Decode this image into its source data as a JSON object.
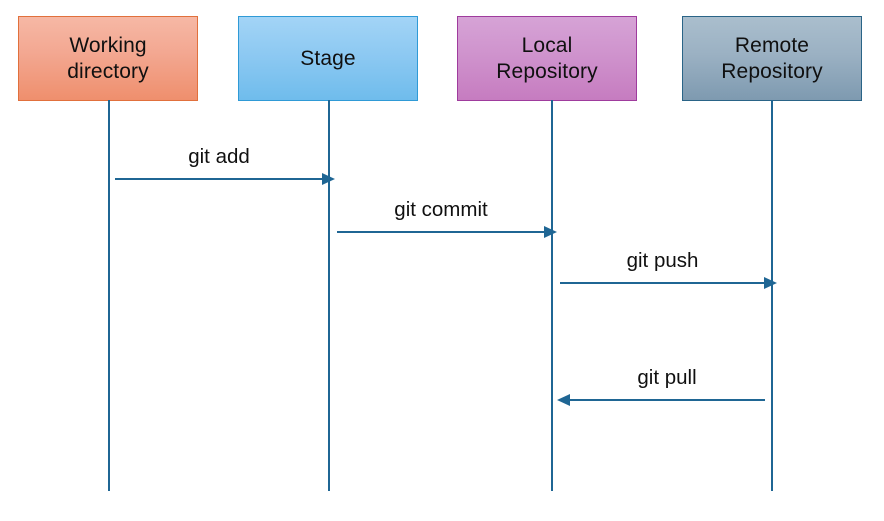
{
  "diagram": {
    "title": "Git workflow sequence diagram",
    "type": "sequence-diagram",
    "background_color": "#ffffff",
    "line_color": "#1f6694"
  },
  "participants": [
    {
      "id": "working-directory",
      "label": "Working\ndirectory",
      "fill_top": "#f6b8a5",
      "fill_bottom": "#ef8f6d",
      "border_color": "#e1703c"
    },
    {
      "id": "stage",
      "label": "Stage",
      "fill_top": "#a3d4f6",
      "fill_bottom": "#6fbcec",
      "border_color": "#2f9ad6"
    },
    {
      "id": "local-repository",
      "label": "Local\nRepository",
      "fill_top": "#d6a3d6",
      "fill_bottom": "#c67cc0",
      "border_color": "#9f3b9d"
    },
    {
      "id": "remote-repository",
      "label": "Remote\nRepository",
      "fill_top": "#aabecd",
      "fill_bottom": "#7e9ab0",
      "border_color": "#2a6487"
    }
  ],
  "messages": [
    {
      "id": "git-add",
      "label": "git add",
      "from": "working-directory",
      "to": "stage",
      "direction": "right"
    },
    {
      "id": "git-commit",
      "label": "git commit",
      "from": "stage",
      "to": "local-repository",
      "direction": "right"
    },
    {
      "id": "git-push",
      "label": "git push",
      "from": "local-repository",
      "to": "remote-repository",
      "direction": "right"
    },
    {
      "id": "git-pull",
      "label": "git pull",
      "from": "remote-repository",
      "to": "local-repository",
      "direction": "left"
    }
  ]
}
